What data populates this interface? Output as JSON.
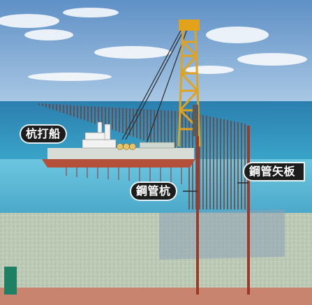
{
  "labels": {
    "pile_driving_barge": "杭打船",
    "steel_pipe_pile": "鋼管杭",
    "steel_pipe_sheet_pile": "鋼管矢板"
  },
  "colors": {
    "sky_top": "#5f90c6",
    "sky_bottom": "#a9c8e4",
    "sea": "#2d8db8",
    "water_column": "#58b8d8",
    "seabed": "#b9c8b4",
    "bedrock": "#c98470",
    "crane_yellow": "#e2a21c",
    "hull_red": "#b4503a",
    "pile_red": "#9c3a2a",
    "label_bg": "#1d1d1d",
    "label_text": "#ffffff",
    "post_green": "#1f7f63"
  }
}
